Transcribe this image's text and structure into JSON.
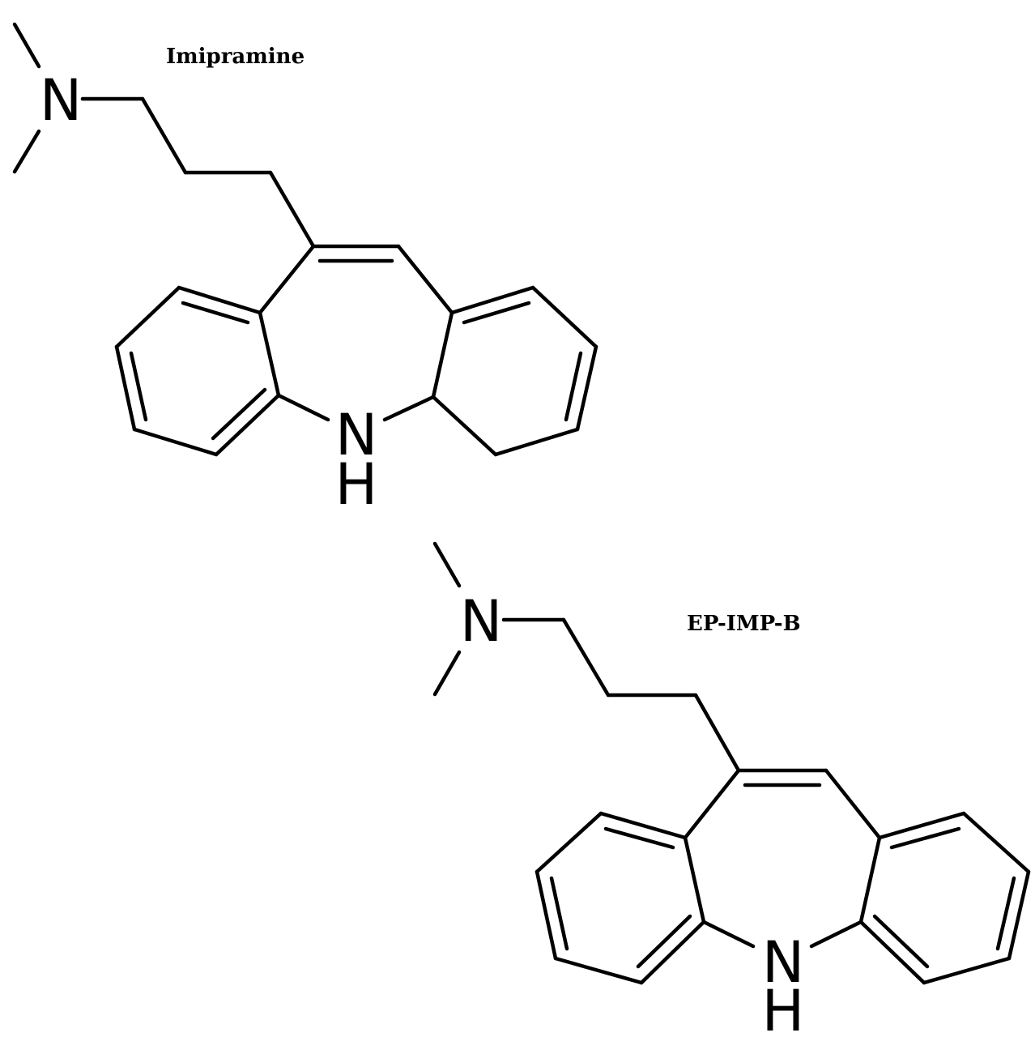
{
  "molecules": [
    {
      "name": "Imipramine",
      "atoms": {
        "amine_n": "N",
        "ring_n": "N",
        "ring_h": "H"
      }
    },
    {
      "name": "EP-IMP-B",
      "atoms": {
        "amine_n": "N",
        "ring_n": "N",
        "ring_h": "H"
      }
    }
  ],
  "colors": {
    "ink": "#000000",
    "background": "#ffffff"
  }
}
